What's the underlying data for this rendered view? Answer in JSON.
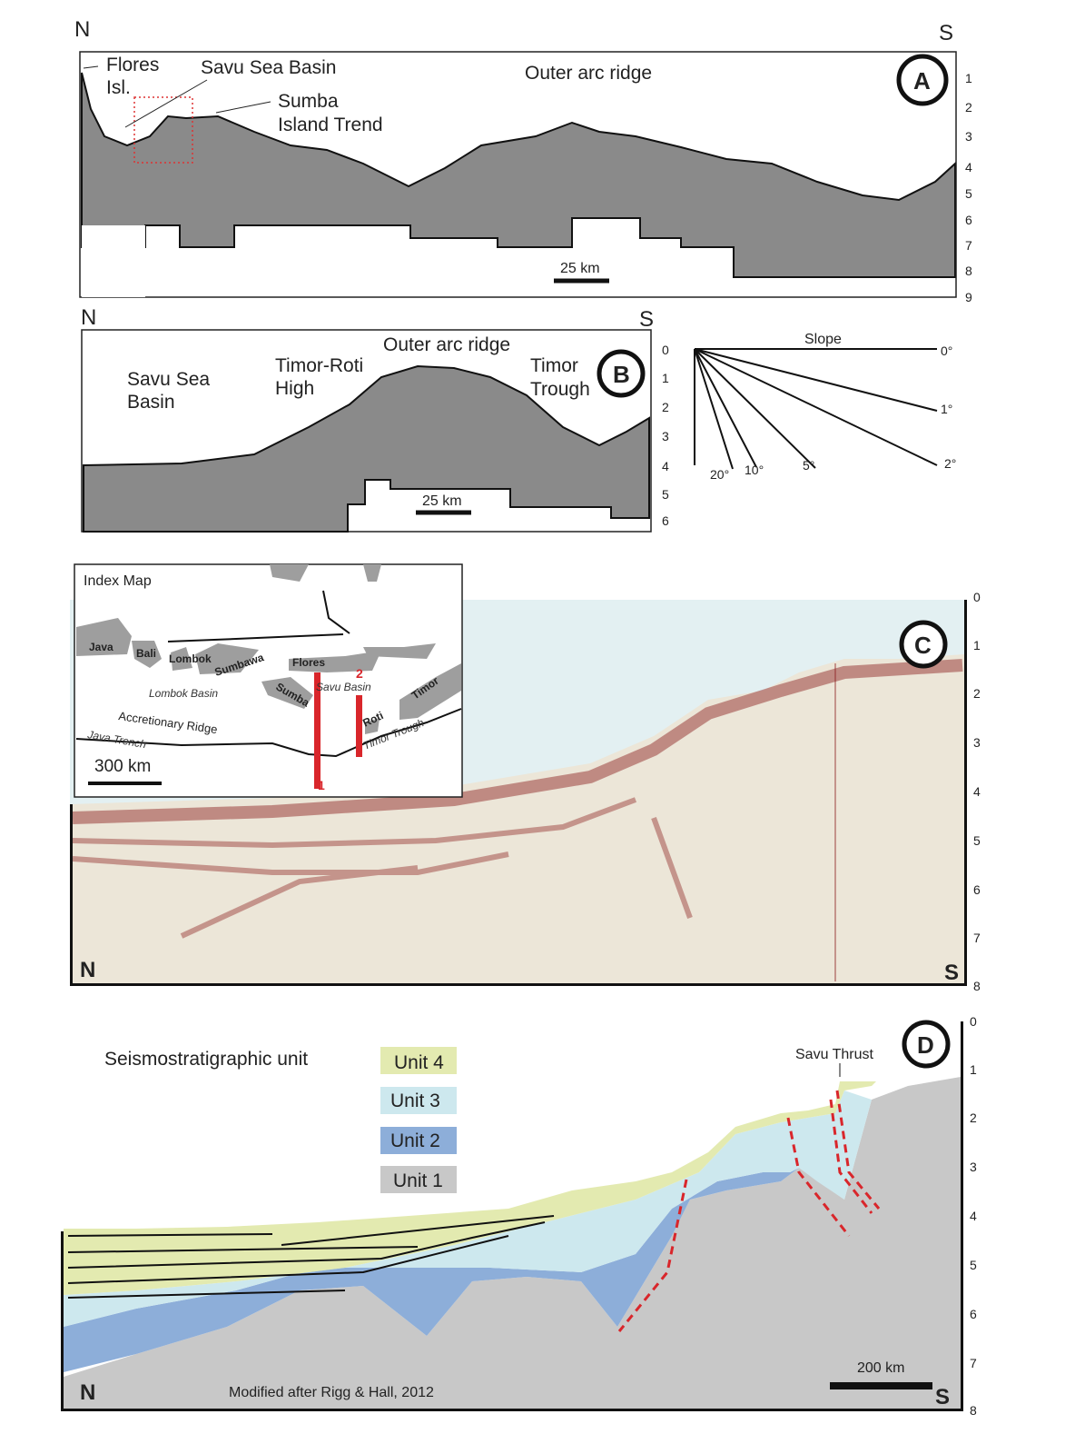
{
  "panel_a": {
    "id": "A",
    "north": "N",
    "south": "S",
    "labels": [
      "Flores",
      "Isl.",
      "Savu Sea Basin",
      "Sumba",
      "Island Trend",
      "Outer arc ridge"
    ],
    "scale": "25 km",
    "ticks": [
      "1",
      "2",
      "3",
      "4",
      "5",
      "6",
      "7",
      "8",
      "9"
    ]
  },
  "panel_b": {
    "id": "B",
    "north": "N",
    "south": "S",
    "labels": [
      "Savu Sea",
      "Basin",
      "Timor-Roti",
      "High",
      "Outer arc ridge",
      "Timor",
      "Trough"
    ],
    "scale": "25 km",
    "ticks": [
      "0",
      "1",
      "2",
      "3",
      "4",
      "5",
      "6"
    ]
  },
  "slope_legend": {
    "title": "Slope",
    "angles": [
      "0°",
      "1°",
      "2°",
      "5°",
      "10°",
      "20°"
    ]
  },
  "index_map": {
    "title": "Index Map",
    "places": [
      "Java",
      "Bali",
      "Lombok",
      "Sumbawa",
      "Flores",
      "Sumba",
      "Roti",
      "Timor"
    ],
    "features": [
      "Lombok Basin",
      "Savu Basin",
      "Accretionary Ridge",
      "Java Trench",
      "Timor Trough"
    ],
    "lines": [
      "1",
      "2"
    ],
    "scale": "300 km"
  },
  "panel_c": {
    "id": "C",
    "north": "N",
    "south": "S",
    "ticks": [
      "0",
      "1",
      "2",
      "3",
      "4",
      "5",
      "6",
      "7",
      "8"
    ]
  },
  "panel_d": {
    "id": "D",
    "north": "N",
    "south": "S",
    "legend_title": "Seismostratigraphic unit",
    "units": [
      {
        "label": "Unit 4",
        "color": "#e3eab0"
      },
      {
        "label": "Unit 3",
        "color": "#cde8ee"
      },
      {
        "label": "Unit 2",
        "color": "#8daed9"
      },
      {
        "label": "Unit 1",
        "color": "#c8c8c8"
      }
    ],
    "fault_label": "Savu Thrust",
    "scale": "200 km",
    "credit": "Modified after Rigg & Hall, 2012",
    "ticks": [
      "0",
      "1",
      "2",
      "3",
      "4",
      "5",
      "6",
      "7",
      "8"
    ]
  },
  "colors": {
    "fault": "#d9262b",
    "seismic_c": "#8a1a1a",
    "water_c": "#e3f0f2"
  }
}
